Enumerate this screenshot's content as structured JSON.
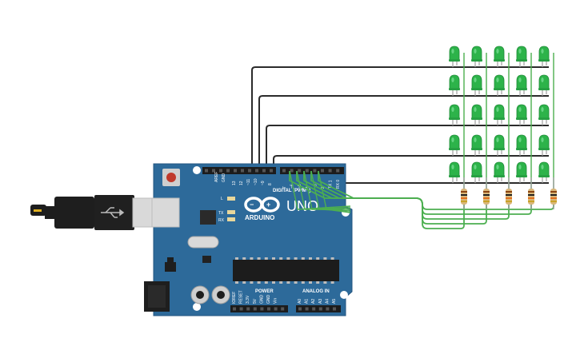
{
  "board": {
    "brand": "ARDUINO",
    "model": "UNO",
    "digital_label": "DIGITAL (PWM~)",
    "power_label": "POWER",
    "analog_label": "ANALOG IN",
    "aref_label": "AREF",
    "gnd_label": "GND",
    "l_label": "L",
    "tx_label": "TX",
    "rx_label": "RX",
    "digital_pins": [
      "13",
      "12",
      "~11",
      "~10",
      "~9",
      "8",
      "7",
      "~6",
      "~5",
      "4",
      "~3",
      "2",
      "TX 1",
      "RX 0"
    ],
    "power_pins": [
      "IOREF",
      "RESET",
      "3.3V",
      "5V",
      "GND",
      "GND",
      "Vin"
    ],
    "analog_pins": [
      "A0",
      "A1",
      "A2",
      "A3",
      "A4",
      "A5"
    ]
  },
  "led_matrix": {
    "rows": 5,
    "cols": 5
  },
  "resistor_count": 5,
  "colors": {
    "board": "#2d6a9a",
    "led_green": "#2db34a",
    "wire_black": "#2b2b2b",
    "wire_green": "#4caf50",
    "usb_plug": "#1e1e1e",
    "resistor_body": "#d9b77a"
  }
}
